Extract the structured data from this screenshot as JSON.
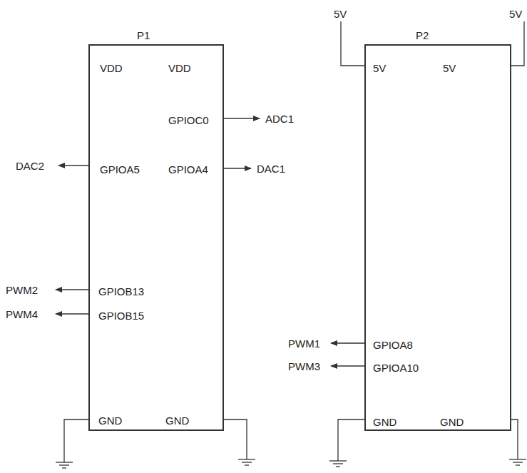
{
  "diagram": {
    "nodes": [
      {
        "text": [
          "P1",
          "VDD",
          "VDD",
          "GPIOC0",
          "GPIOA5",
          "GPIOA4",
          "GPIOB13",
          "GPIOB15",
          "GND",
          "GND"
        ]
      },
      {
        "text": [
          "P2",
          "5V",
          "5V",
          "GPIOA8",
          "GPIOA10",
          "GND",
          "GND"
        ]
      }
    ],
    "labels": [
      "ADC1",
      "DAC2",
      "DAC1",
      "PWM2",
      "PWM4",
      "PWM1",
      "PWM3",
      "5V",
      "5V"
    ]
  }
}
